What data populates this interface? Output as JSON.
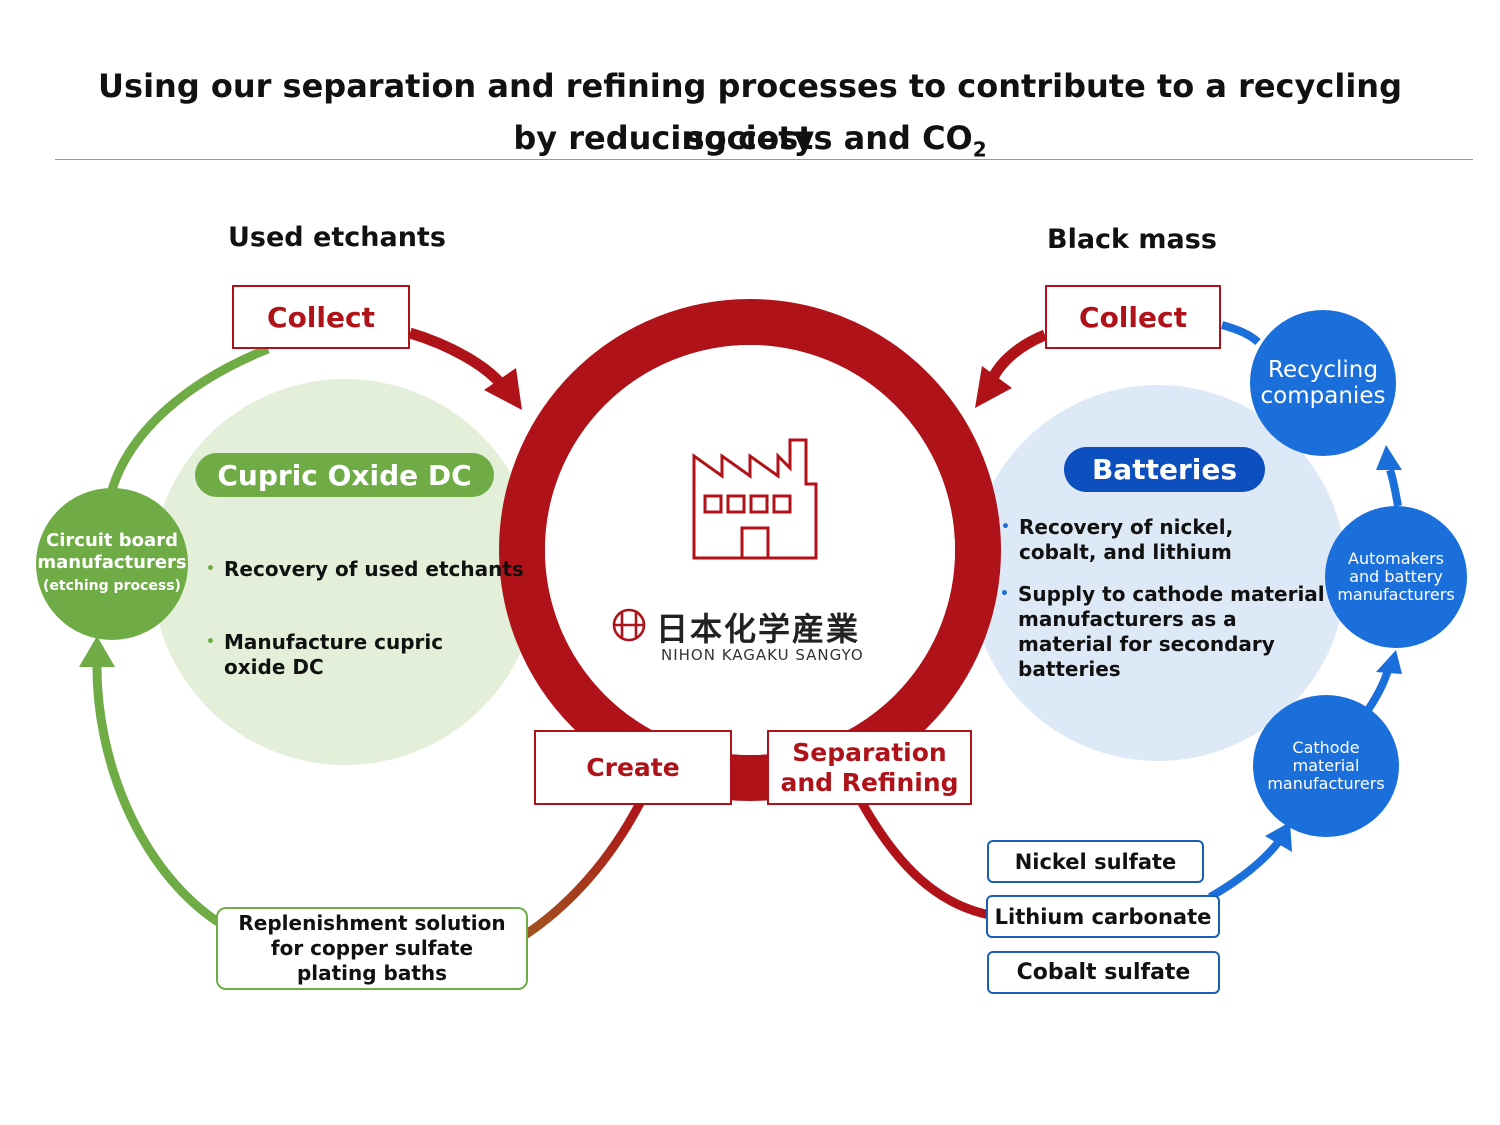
{
  "title": {
    "line1": "Using our separation and refining processes to contribute to a recycling society",
    "line2_prefix": "by reducing costs and CO",
    "line2_sub": "2"
  },
  "left": {
    "heading": "Used etchants",
    "collect": "Collect",
    "pill": "Cupric Oxide DC",
    "bullets": [
      "Recovery of used etchants",
      "Manufacture cupric",
      "oxide DC"
    ],
    "node": {
      "line1": "Circuit board",
      "line2": "manufacturers",
      "line3": "(etching process)"
    },
    "output": {
      "line1": "Replenishment solution",
      "line2": "for copper sulfate",
      "line3": "plating baths"
    }
  },
  "center": {
    "logo_jp": "日本化学産業",
    "logo_en": "NIHON KAGAKU SANGYO",
    "create": "Create",
    "separation_line1": "Separation",
    "separation_line2": "and Refining"
  },
  "right": {
    "heading": "Black mass",
    "collect": "Collect",
    "pill": "Batteries",
    "bullet1": [
      "Recovery of nickel,",
      "cobalt, and lithium"
    ],
    "bullet2": [
      "Supply to cathode material",
      "manufacturers as a",
      "material for secondary",
      "batteries"
    ],
    "node_recycling": {
      "line1": "Recycling",
      "line2": "companies"
    },
    "node_automakers": {
      "line1": "Automakers",
      "line2": "and battery",
      "line3": "manufacturers"
    },
    "node_cathode": {
      "line1": "Cathode",
      "line2": "material",
      "line3": "manufacturers"
    },
    "outputs": [
      "Nickel sulfate",
      "Lithium carbonate",
      "Cobalt sulfate"
    ]
  },
  "colors": {
    "red": "#b01219",
    "green": "#6fac46",
    "light_green": "#e3efd9",
    "blue": "#1a6fdb",
    "light_blue": "#dde9f6",
    "pill_blue": "#0e4fc0"
  }
}
